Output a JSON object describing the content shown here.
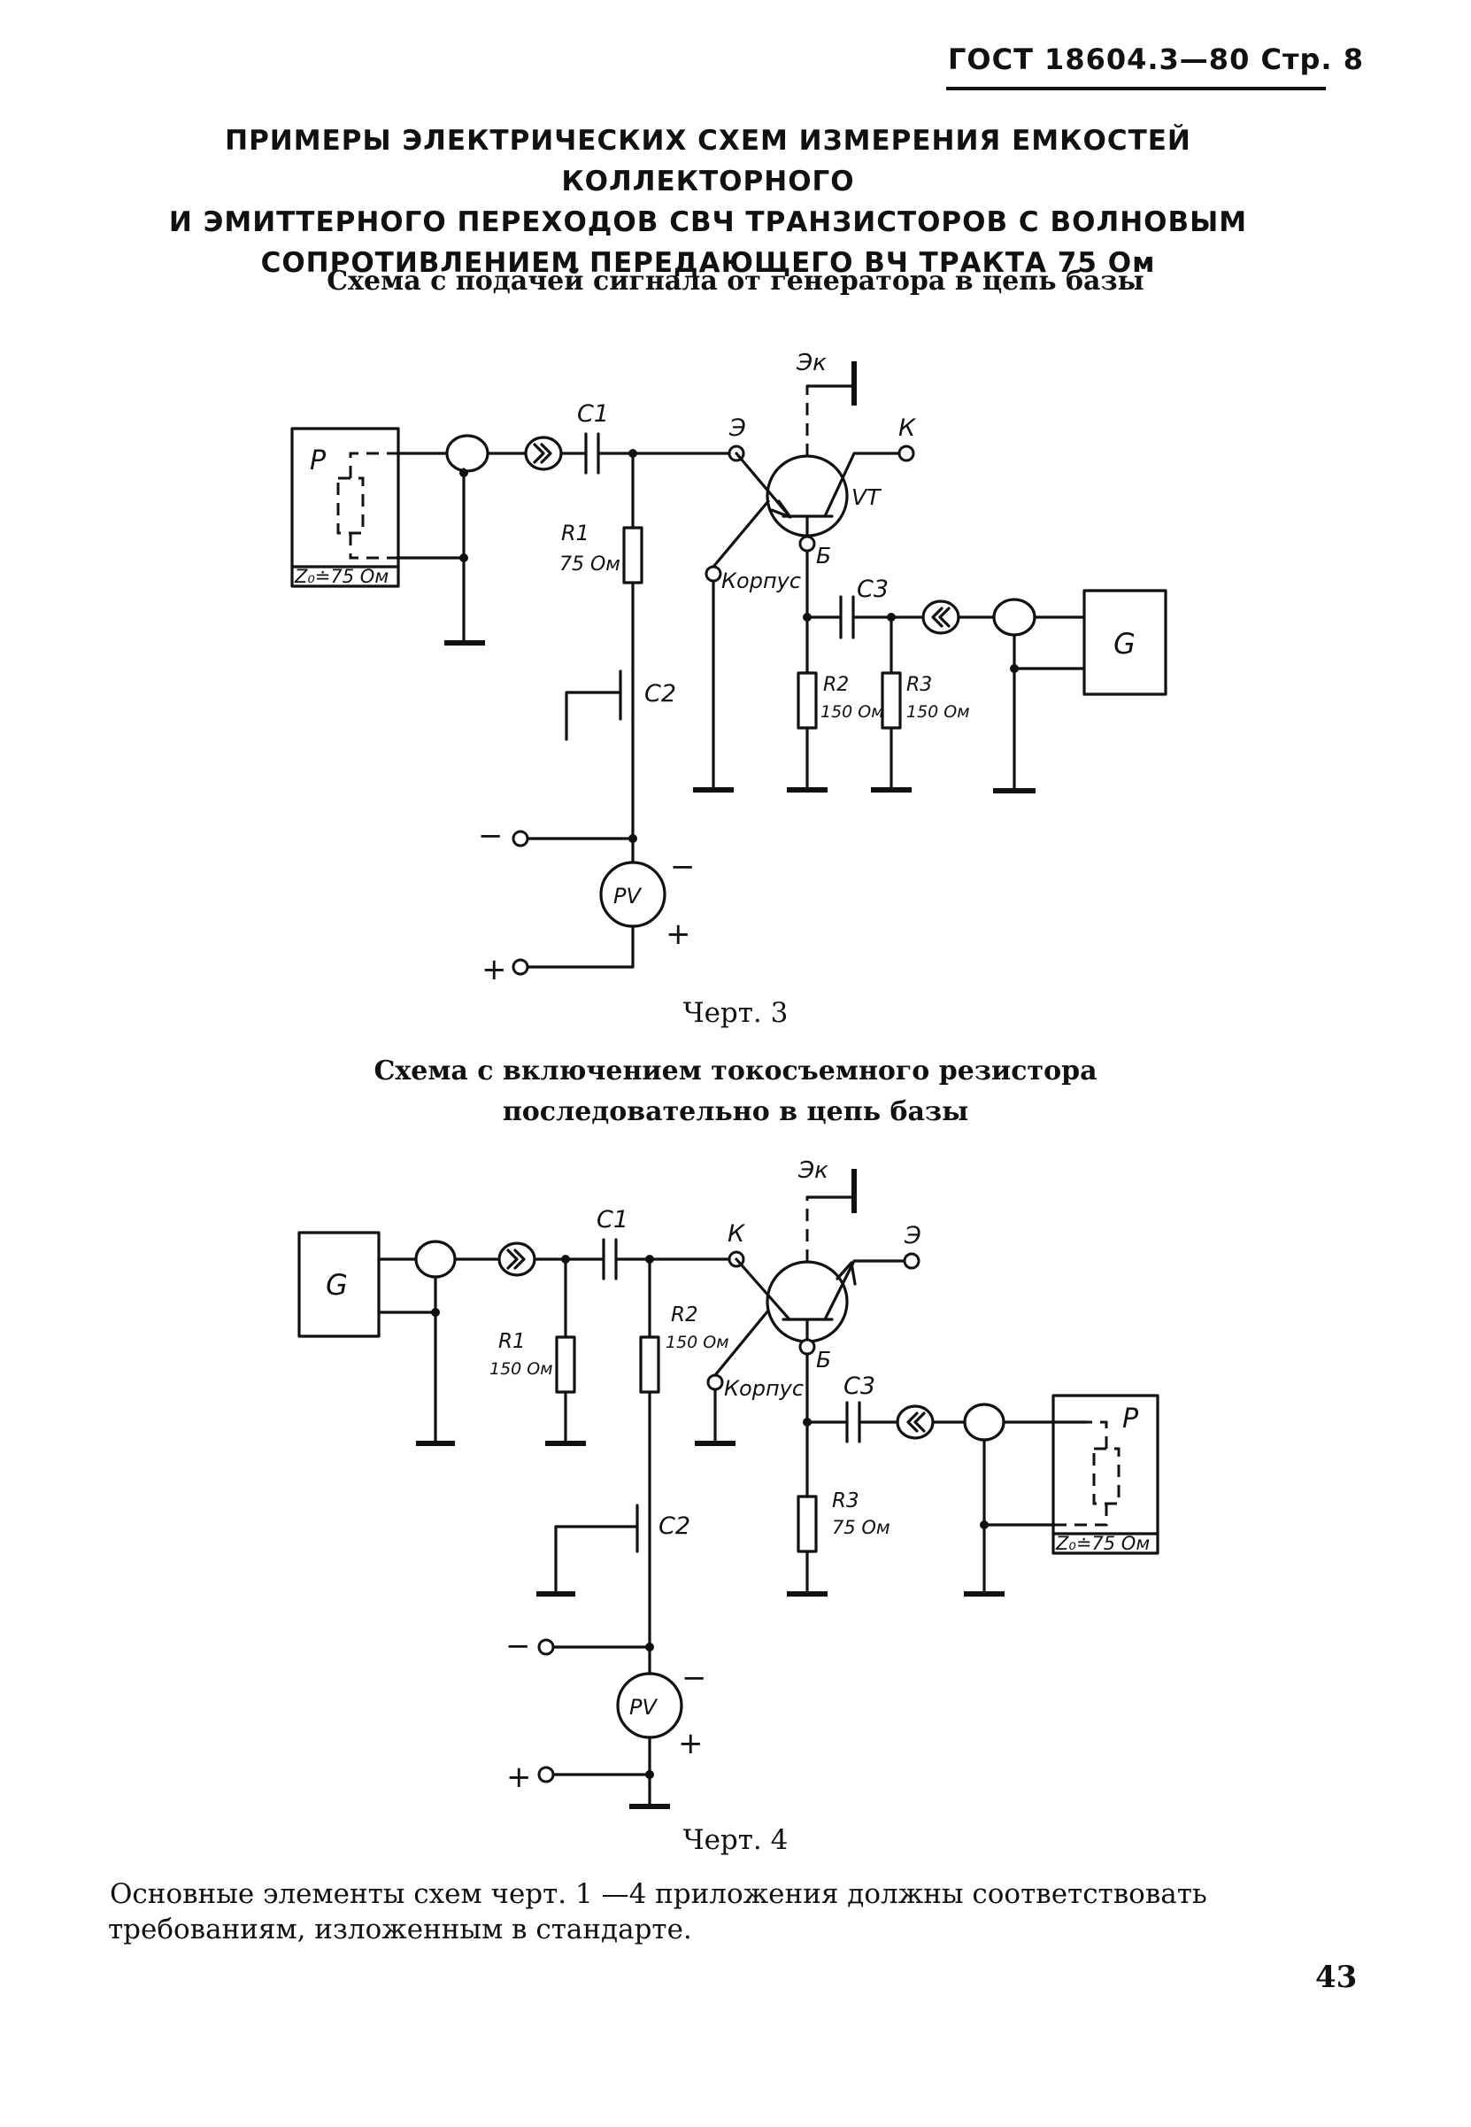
{
  "header": {
    "standard": "ГОСТ 18604.3—80 Стр. 8"
  },
  "title": {
    "lines": [
      "ПРИМЕРЫ ЭЛЕКТРИЧЕСКИХ СХЕМ ИЗМЕРЕНИЯ ЕМКОСТЕЙ КОЛЛЕКТОРНОГО",
      "И ЭМИТТЕРНОГО ПЕРЕХОДОВ СВЧ ТРАНЗИСТОРОВ С ВОЛНОВЫМ",
      "СОПРОТИВЛЕНИЕМ ПЕРЕДАЮЩЕГО ВЧ ТРАКТА 75 Ом"
    ]
  },
  "figure3": {
    "caption": "Схема с подачей сигнала от генератора в цепь базы",
    "label": "Черт. 3",
    "labels": {
      "P": "P",
      "zo": "Z₀≐75 Ом",
      "c1": "C1",
      "r1": "R1",
      "r1v": "75 Ом",
      "c2": "C2",
      "e": "Э",
      "k": "К",
      "ek": "Эк",
      "vt": "VT",
      "b": "Б",
      "korpus": "Корпус",
      "c3": "C3",
      "r2": "R2",
      "r2v": "150 Ом",
      "r3": "R3",
      "r3v": "150 Ом",
      "g": "G",
      "minus1": "−",
      "minus2": "−",
      "plus1": "+",
      "plus2": "+",
      "pv": "PV"
    }
  },
  "figure4": {
    "caption_lines": [
      "Схема с включением токосъемного резистора",
      "последовательно в цепь базы"
    ],
    "label": "Черт. 4",
    "labels": {
      "g": "G",
      "c1": "C1",
      "r1": "R1",
      "r1v": "150 Ом",
      "r2": "R2",
      "r2v": "150 Ом",
      "c2": "C2",
      "k": "К",
      "e": "Э",
      "ek": "Эк",
      "b": "Б",
      "korpus": "Корпус",
      "c3": "C3",
      "r3": "R3",
      "r3v": "75 Ом",
      "P": "P",
      "zo": "Z₀≐75 Ом",
      "minus1": "−",
      "minus2": "−",
      "plus1": "+",
      "plus2": "+",
      "pv": "PV"
    }
  },
  "footnote": {
    "line1": "Основные элементы схем черт. 1 —4 приложения должны соответствовать",
    "line2": "требованиям, изложенным в стандарте."
  },
  "page_number": "43"
}
